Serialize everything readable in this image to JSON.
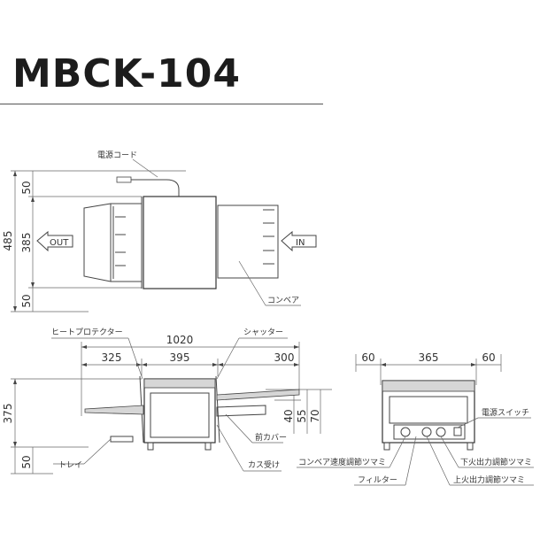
{
  "title": "MBCK-104",
  "top_view": {
    "dims": {
      "d50_top": "50",
      "d485": "485",
      "d385": "385",
      "d50_bottom": "50"
    },
    "out_label": "OUT",
    "in_label": "IN",
    "cord_label": "電源コード",
    "conveyor_label": "コンベア"
  },
  "front_view": {
    "dims": {
      "d1020": "1020",
      "d325": "325",
      "d395": "395",
      "d300": "300",
      "d375": "375",
      "d50": "50",
      "d40": "40",
      "d55": "55",
      "d70": "70"
    },
    "labels": {
      "heat_protector": "ヒートプロテクター",
      "shutter": "シャッター",
      "front_cover": "前カバー",
      "gas_receiver": "カス受け",
      "tray": "トレイ"
    }
  },
  "side_view": {
    "dims": {
      "d60_left": "60",
      "d365": "365",
      "d60_right": "60"
    },
    "labels": {
      "power_switch": "電源スイッチ",
      "conveyor_speed_knob": "コンベア速度調節ツマミ",
      "lower_heat_knob": "下火出力調節ツマミ",
      "filter": "フィルター",
      "upper_heat_knob": "上火出力調節ツマミ"
    }
  }
}
